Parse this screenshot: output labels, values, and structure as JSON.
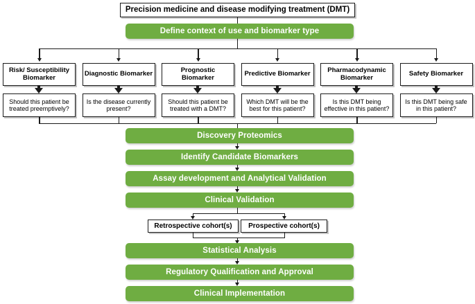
{
  "figure": {
    "title": "Precision medicine and disease modifying treatment (DMT)",
    "accent_green": "#6FAD42",
    "line_color": "#1a1a1a",
    "box_fill": "#ffffff"
  },
  "top": {
    "title_box": "Precision medicine and disease modifying treatment (DMT)",
    "define_step": "Define context of use and biomarker type"
  },
  "biomarker_columns": [
    {
      "type": "Risk/ Susceptibility Biomarker",
      "question": "Should this patient be treated preemptively?"
    },
    {
      "type": "Diagnostic Biomarker",
      "question": "Is the disease currently  present?"
    },
    {
      "type": "Prognostic Biomarker",
      "question": "Should this patient be treated with a DMT?"
    },
    {
      "type": "Predictive Biomarker",
      "question": "Which DMT will be the best for this patient?"
    },
    {
      "type": "Pharmacodynamic Biomarker",
      "question": "Is this DMT being effective in this patient?"
    },
    {
      "type": "Safety Biomarker",
      "question": "Is this DMT being safe in this patient?"
    }
  ],
  "pipeline_upper": [
    "Discovery Proteomics",
    "Identify Candidate Biomarkers",
    "Assay development and Analytical Validation",
    "Clinical Validation"
  ],
  "cohorts": [
    "Retrospective cohort(s)",
    "Prospective cohort(s)"
  ],
  "pipeline_lower": [
    "Statistical Analysis",
    "Regulatory Qualification and Approval",
    "Clinical Implementation"
  ]
}
